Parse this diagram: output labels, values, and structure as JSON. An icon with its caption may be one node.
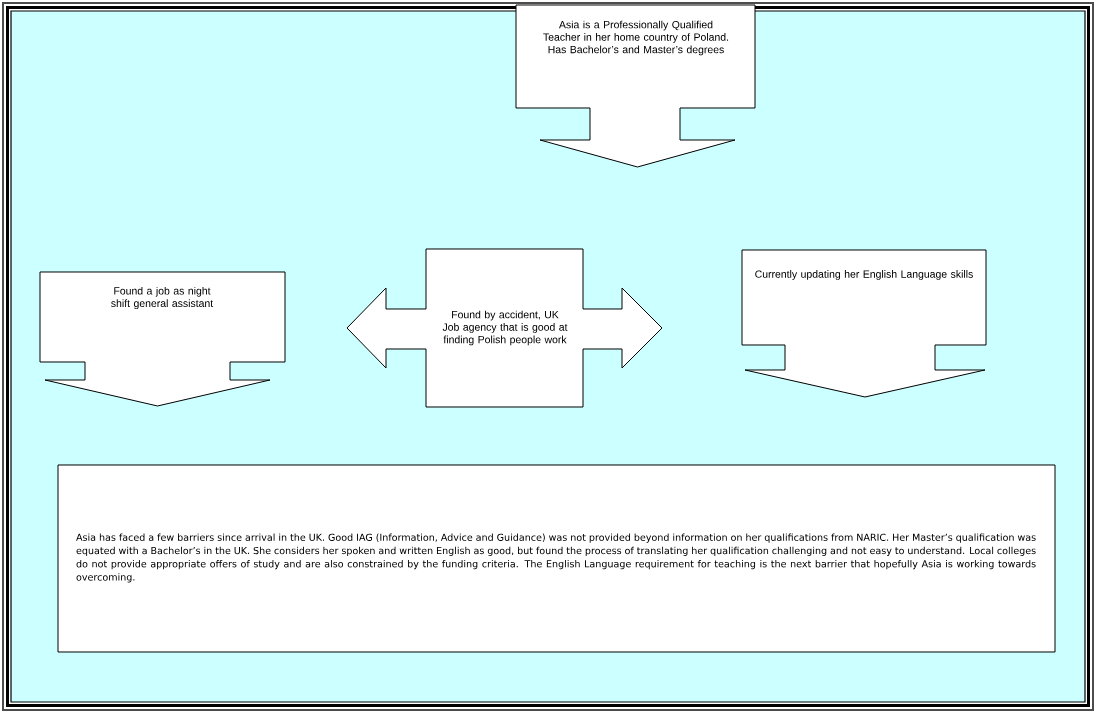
{
  "diagram": {
    "nodes": [
      {
        "text": [
          "Asia is a Professionally Qualified Teacher in her home country of Poland. Has Bachelor’s and Master’s degrees"
        ]
      },
      {
        "text": [
          "Found a job as night shift general assistant"
        ]
      },
      {
        "text": [
          "Found by accident, UK Job agency that is good at finding Polish people work"
        ]
      },
      {
        "text": [
          "Currently updating her English Language skills"
        ]
      },
      {
        "text": [
          "Asia has faced a few barriers since arrival in the UK. Good IAG (Information, Advice and Guidance) was not provided beyond information on her qualifications from NARIC.  Her Master’s qualification was equated with a Bachelor’s in the UK.  She considers her spoken and written English as good, but found the process of translating her qualification challenging and not easy to understand. Local colleges do not provide appropriate offers of study and are also constrained by the funding criteria. The English Language requirement for teaching is the next barrier that hopefully Asia is working towards overcoming."
        ]
      }
    ]
  }
}
